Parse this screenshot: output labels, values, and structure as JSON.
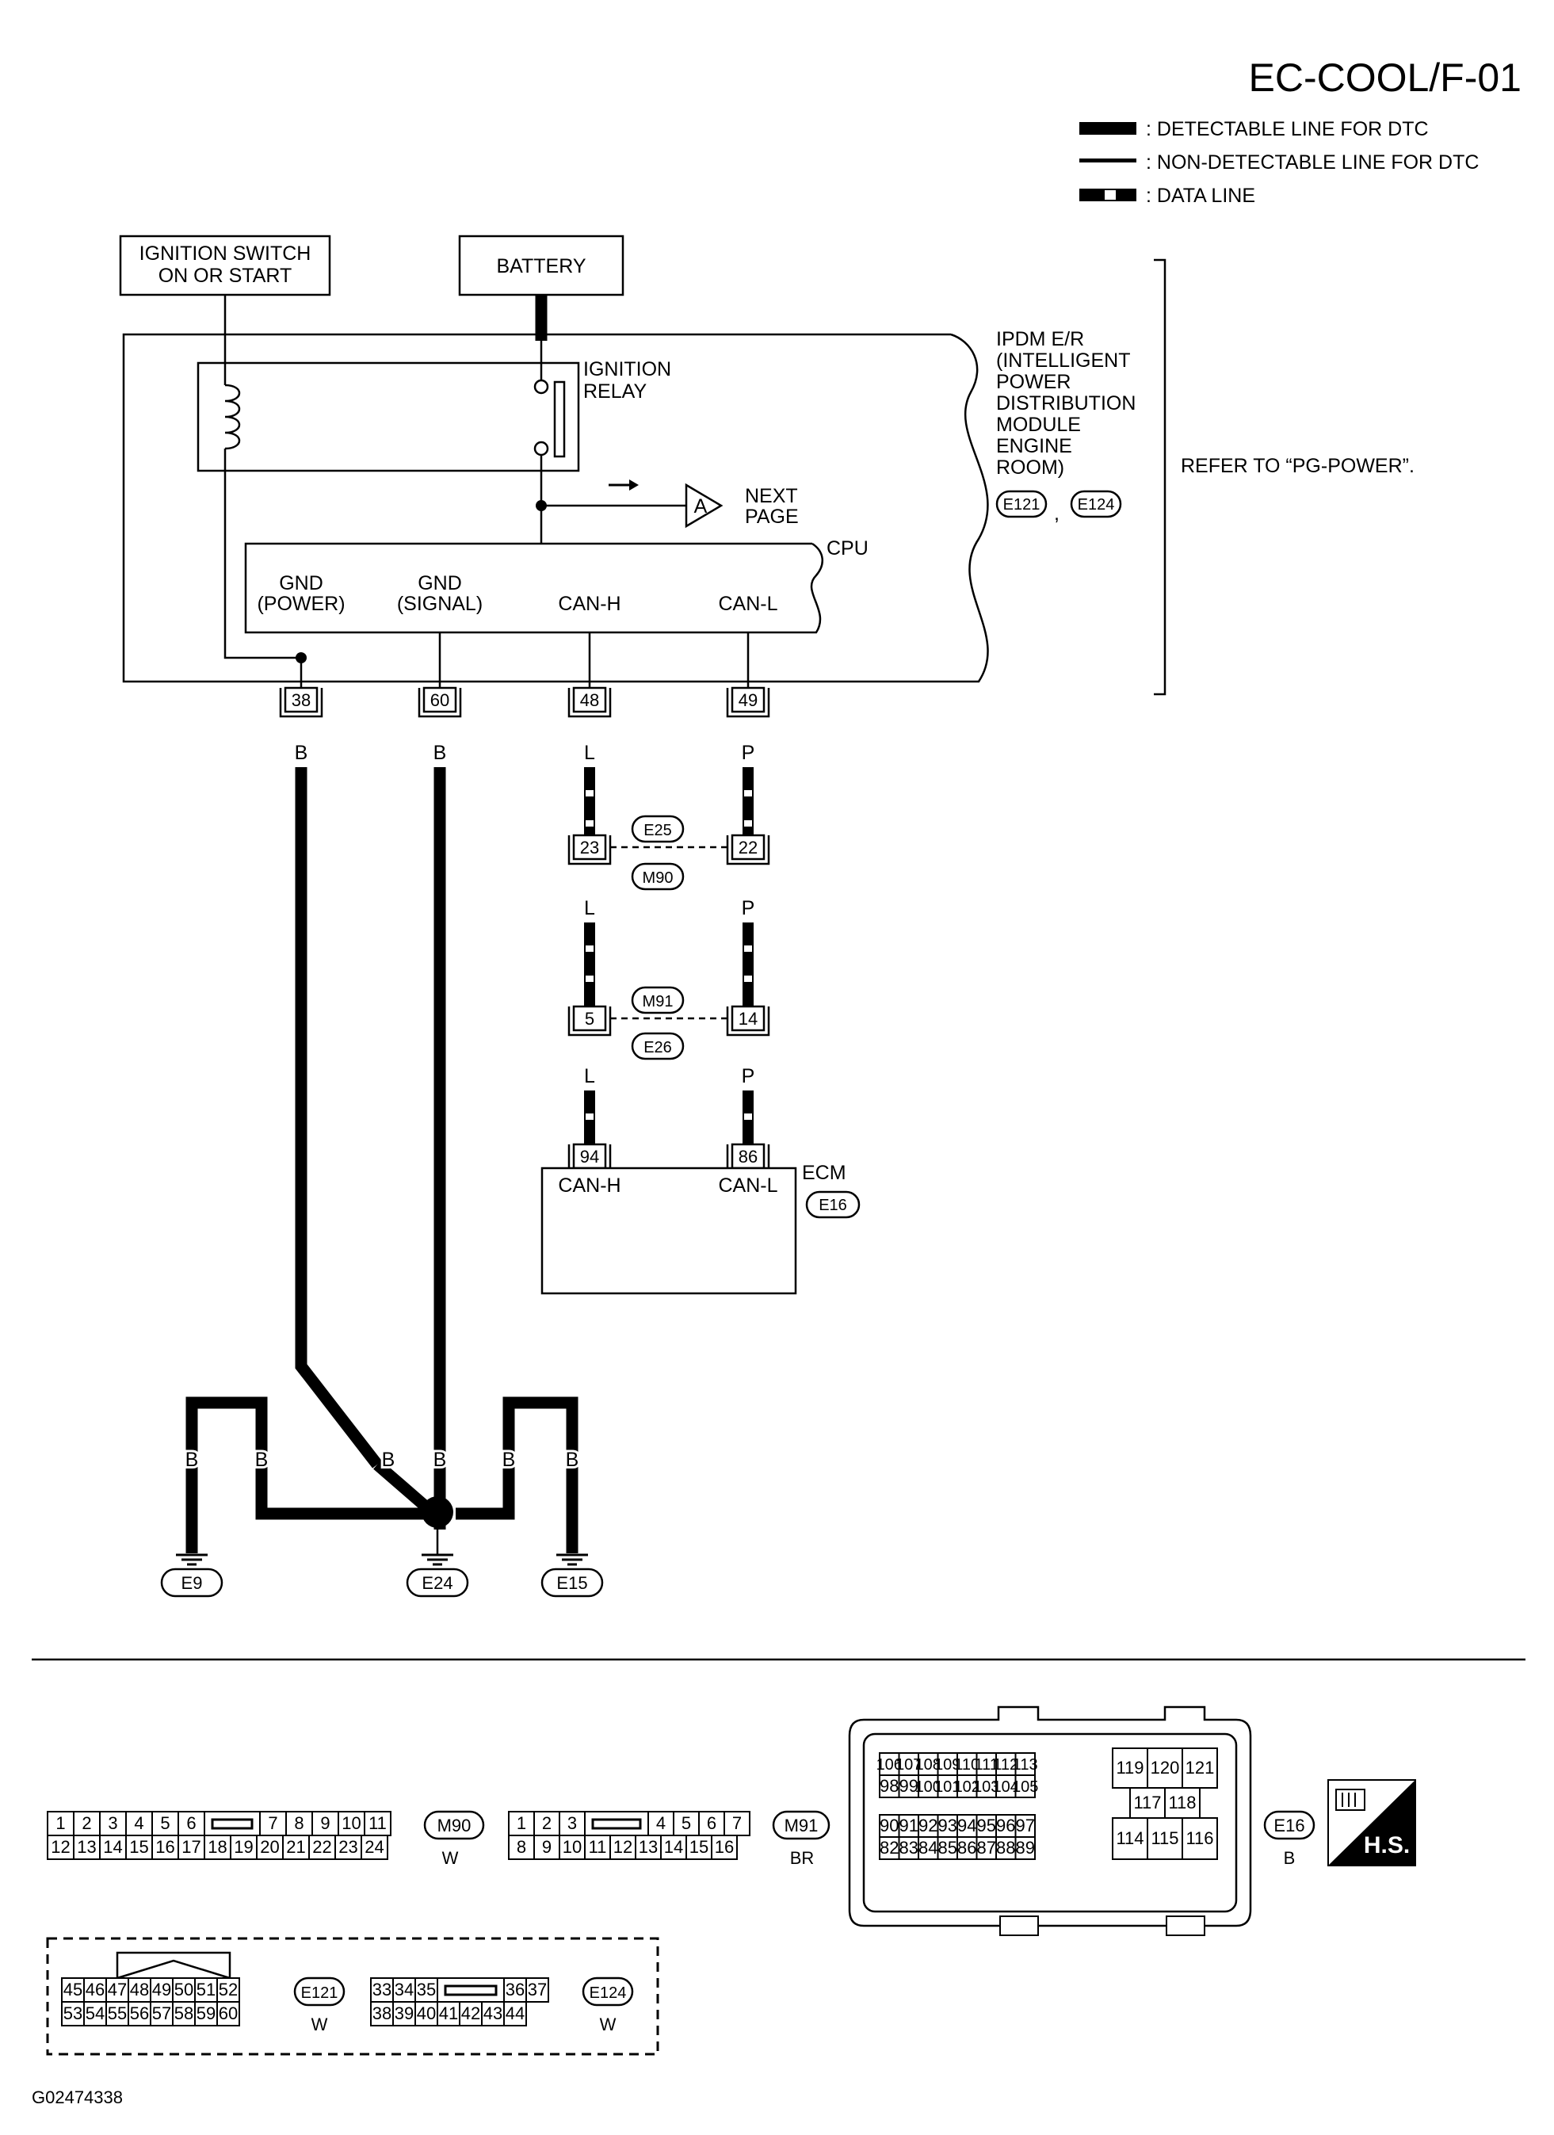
{
  "header": {
    "title": "EC-COOL/F-01"
  },
  "legend": {
    "detectable": ": DETECTABLE LINE FOR DTC",
    "non_detectable": ": NON-DETECTABLE LINE FOR DTC",
    "data_line": ": DATA LINE"
  },
  "sources": {
    "ignition_switch_line1": "IGNITION SWITCH",
    "ignition_switch_line2": "ON OR START",
    "battery": "BATTERY"
  },
  "ipdm": {
    "label_lines": [
      "IPDM E/R",
      "(INTELLIGENT",
      "POWER",
      "DISTRIBUTION",
      "MODULE",
      "ENGINE",
      "ROOM)"
    ],
    "connectors": [
      "E121",
      "E124"
    ],
    "comma": ",",
    "refer": "REFER TO “PG-POWER”.",
    "relay_line1": "IGNITION",
    "relay_line2": "RELAY",
    "next_page_marker": "A",
    "next_page_line1": "NEXT",
    "next_page_line2": "PAGE",
    "cpu": "CPU",
    "cpu_terminals": [
      {
        "line1": "GND",
        "line2": "(POWER)"
      },
      {
        "line1": "GND",
        "line2": "(SIGNAL)"
      },
      {
        "line1": "",
        "line2": "CAN-H"
      },
      {
        "line1": "",
        "line2": "CAN-L"
      }
    ],
    "pins": [
      "38",
      "60",
      "48",
      "49"
    ],
    "wire_colors": [
      "B",
      "B",
      "L",
      "P"
    ]
  },
  "junctions": {
    "upper": {
      "pins": [
        "23",
        "22"
      ],
      "connectors": [
        "E25",
        "M90"
      ],
      "colors": [
        "L",
        "P"
      ]
    },
    "lower": {
      "pins": [
        "5",
        "14"
      ],
      "connectors": [
        "M91",
        "E26"
      ],
      "colors": [
        "L",
        "P"
      ]
    }
  },
  "ecm": {
    "label": "ECM",
    "connector": "E16",
    "pins": [
      "94",
      "86"
    ],
    "terminals": [
      "CAN-H",
      "CAN-L"
    ]
  },
  "grounds": {
    "wire_colors": [
      "B",
      "B",
      "B",
      "B",
      "B",
      "B"
    ],
    "labels": [
      "E9",
      "E24",
      "E15"
    ]
  },
  "connector_views": {
    "m90": {
      "id": "M90",
      "color": "W",
      "row1": [
        "1",
        "2",
        "3",
        "4",
        "5",
        "6",
        "",
        "7",
        "8",
        "9",
        "10",
        "11"
      ],
      "row2": [
        "12",
        "13",
        "14",
        "15",
        "16",
        "17",
        "18",
        "19",
        "20",
        "21",
        "22",
        "23",
        "24"
      ]
    },
    "m91": {
      "id": "M91",
      "color": "BR",
      "row1": [
        "1",
        "2",
        "3",
        "",
        "4",
        "5",
        "6",
        "7"
      ],
      "row2": [
        "8",
        "9",
        "10",
        "11",
        "12",
        "13",
        "14",
        "15",
        "16"
      ]
    },
    "e16": {
      "id": "E16",
      "color": "B",
      "r1": [
        "106",
        "107",
        "108",
        "109",
        "110",
        "111",
        "112",
        "113"
      ],
      "r2": [
        "98",
        "99",
        "100",
        "101",
        "102",
        "103",
        "104",
        "105"
      ],
      "r3": [
        "90",
        "91",
        "92",
        "93",
        "94",
        "95",
        "96",
        "97"
      ],
      "r4": [
        "82",
        "83",
        "84",
        "85",
        "86",
        "87",
        "88",
        "89"
      ],
      "top": [
        "119",
        "120",
        "121"
      ],
      "mid": [
        "117",
        "118"
      ],
      "bot": [
        "114",
        "115",
        "116"
      ]
    },
    "e121": {
      "id": "E121",
      "color": "W",
      "row1": [
        "45",
        "46",
        "47",
        "48",
        "49",
        "50",
        "51",
        "52"
      ],
      "row2": [
        "53",
        "54",
        "55",
        "56",
        "57",
        "58",
        "59",
        "60"
      ]
    },
    "e124": {
      "id": "E124",
      "color": "W",
      "row1": [
        "33",
        "34",
        "35",
        "",
        "36",
        "37"
      ],
      "row2": [
        "38",
        "39",
        "40",
        "41",
        "42",
        "43",
        "44"
      ]
    },
    "hs_badge": "H.S."
  },
  "footer": {
    "code": "G02474338"
  }
}
